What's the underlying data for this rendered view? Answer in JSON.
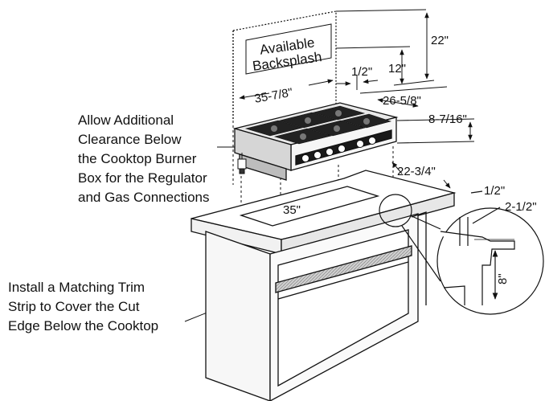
{
  "backsplash": {
    "line1": "Available",
    "line2": "Backsplash"
  },
  "dimensions": {
    "backsplash_height": "22\"",
    "backsplash_width": "35-7/8\"",
    "clearance_half": "1/2\"",
    "wall_offset": "12\"",
    "cooktop_depth": "26-5/8\"",
    "cooktop_height": "8-7/16\"",
    "cutout_depth": "22-3/4\"",
    "cutout_width": "35\"",
    "detail_half": "1/2\"",
    "detail_two_half": "2-1/2\"",
    "detail_height": "8\""
  },
  "notes": {
    "clearance": [
      "Allow Additional",
      "Clearance Below",
      "the Cooktop Burner",
      "Box for the Regulator",
      "and Gas Connections"
    ],
    "trim": [
      "Install a Matching Trim",
      "Strip to Cover the Cut",
      "Edge Below the Cooktop"
    ]
  }
}
